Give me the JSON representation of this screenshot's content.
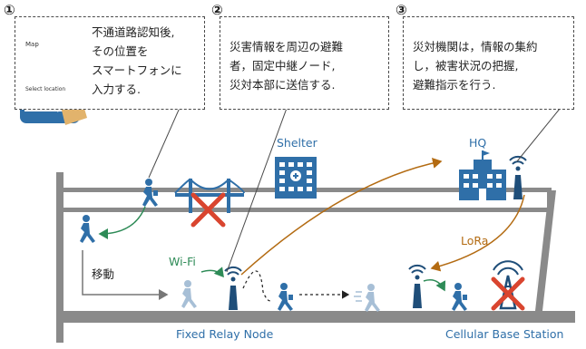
{
  "steps": [
    {
      "number": "①",
      "lines": [
        "不通道路認知後,",
        "その位置を",
        "スマートフォンに",
        "入力する."
      ],
      "phone": {
        "map_label": "Map",
        "select_label": "Select location"
      }
    },
    {
      "number": "②",
      "lines": [
        "災害情報を周辺の避難",
        "者，固定中継ノード,",
        "災対本部に送信する."
      ]
    },
    {
      "number": "③",
      "lines": [
        "災対機関は，情報の集約",
        "し，被害状況の把握,",
        "避難指示を行う."
      ]
    }
  ],
  "labels": {
    "shelter": "Shelter",
    "hq": "HQ",
    "wifi": "Wi-Fi",
    "lora": "LoRa",
    "move": "移動",
    "fixed_relay": "Fixed Relay Node",
    "cellular": "Cellular Base Station"
  },
  "colors": {
    "road": "#8a8a8a",
    "icon_blue": "#2f6fa8",
    "wifi_green": "#2e8b57",
    "lora_orange": "#b36b12",
    "cross_red": "#d9452f"
  }
}
